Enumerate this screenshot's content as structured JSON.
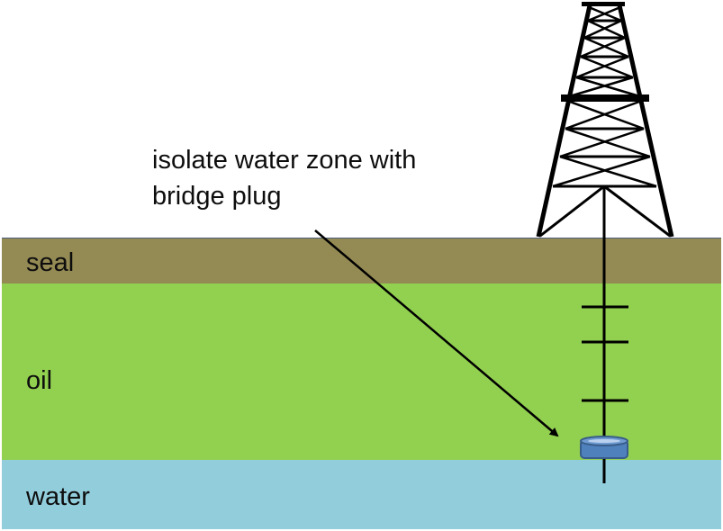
{
  "diagram": {
    "caption_lines": [
      "isolate water zone with",
      "bridge plug"
    ],
    "layers": [
      {
        "name": "seal",
        "label": "seal",
        "color": "#948a54"
      },
      {
        "name": "oil",
        "label": "oil",
        "color": "#92d050"
      },
      {
        "name": "water",
        "label": "water",
        "color": "#92cddc"
      }
    ],
    "icons": {
      "derrick": "oil-derrick-icon",
      "bridge_plug": "bridge-plug-icon"
    },
    "plug_color": "#4f81bd",
    "casing_marker_count": 3
  }
}
